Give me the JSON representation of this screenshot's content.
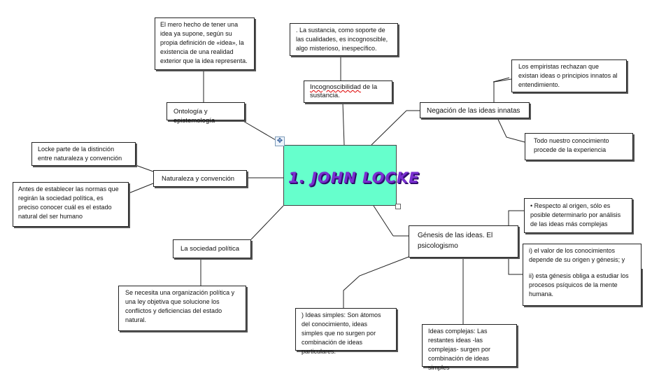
{
  "center": {
    "title": "1. JOHN LOCKE"
  },
  "branches": {
    "ontologia": "Ontología y epistemología",
    "incognoscibilidad_word": "Incognoscibilidad",
    "incognoscibilidad_rest": " de la sustancia.",
    "negacion": "Negación de las ideas  innatas",
    "naturaleza": "Naturaleza y convención",
    "sociedad": "La sociedad política",
    "genesis": "Génesis de las ideas. El psicologismo"
  },
  "notes": {
    "ontologia": "El mero hecho de tener una idea ya supone, según su propia definición de «idea», la existencia de una realidad exterior que la idea representa.",
    "sustancia": ". La sustancia, como soporte de las cualidades, es incognoscible, algo misterioso, inespecífico.",
    "empiristas": "Los empiristas rechazan que existan ideas o principios innatos al entendimiento.",
    "experiencia": "Todo nuestro conocimiento procede de la experiencia",
    "locke_distincion": "Locke parte de la distinción entre naturaleza y convención",
    "estado_natural": "Antes de establecer las normas que regirán la sociedad política, es preciso conocer cuál es el estado natural del ser humano",
    "organizacion": "Se necesita una organización política y una ley objetiva que solucione los conflictos y deficiencias del estado natural.",
    "origen": "• Respecto al origen, sólo es posible determinarlo por análisis de las ideas más complejas",
    "valor_1": "i) el valor de los conocimientos depende de su origen y génesis; y",
    "valor_2": "ii) esta génesis obliga a estudiar los procesos psíquicos de la mente humana.",
    "simples": ") Ideas simples: Son átomos del conocimiento, ideas simples que no surgen por combinación de ideas particulares.",
    "complejas": "Ideas complejas: Las restantes ideas -las complejas- surgen por combinación de ideas simples"
  }
}
